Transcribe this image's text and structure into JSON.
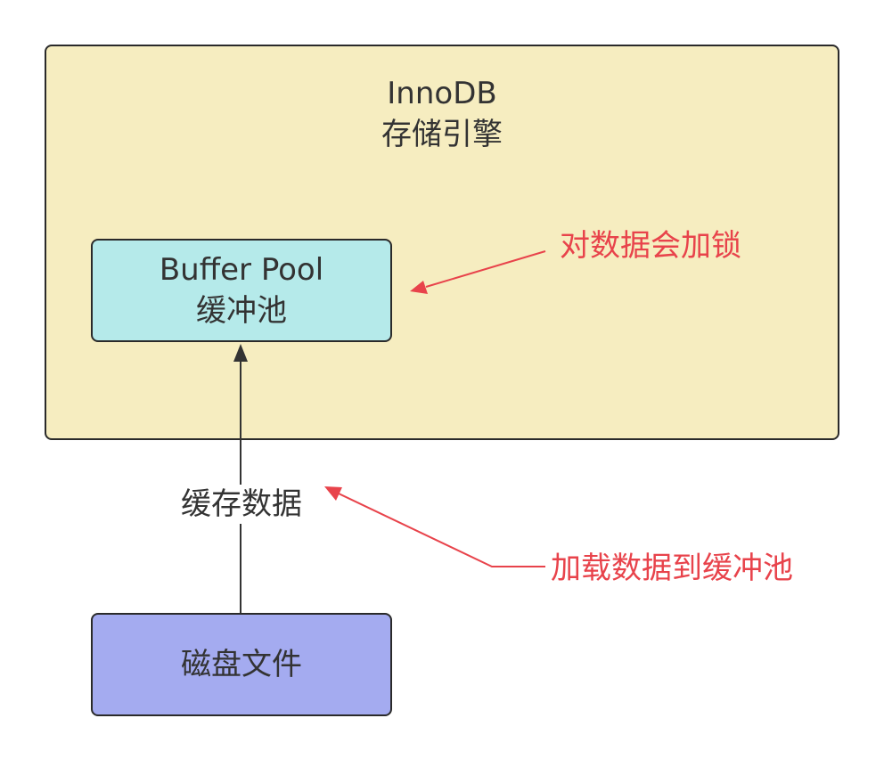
{
  "engine": {
    "name": "InnoDB",
    "subtitle": "存储引擎"
  },
  "buffer_pool": {
    "name": "Buffer Pool",
    "subtitle": "缓冲池"
  },
  "disk": {
    "label": "磁盘文件"
  },
  "flow": {
    "label": "缓存数据"
  },
  "annotations": {
    "lock": "对数据会加锁",
    "load": "加载数据到缓冲池"
  },
  "colors": {
    "engine_fill": "#f6edc0",
    "pool_fill": "#b5eaea",
    "disk_fill": "#a4abf0",
    "annotation": "#e8434b"
  }
}
